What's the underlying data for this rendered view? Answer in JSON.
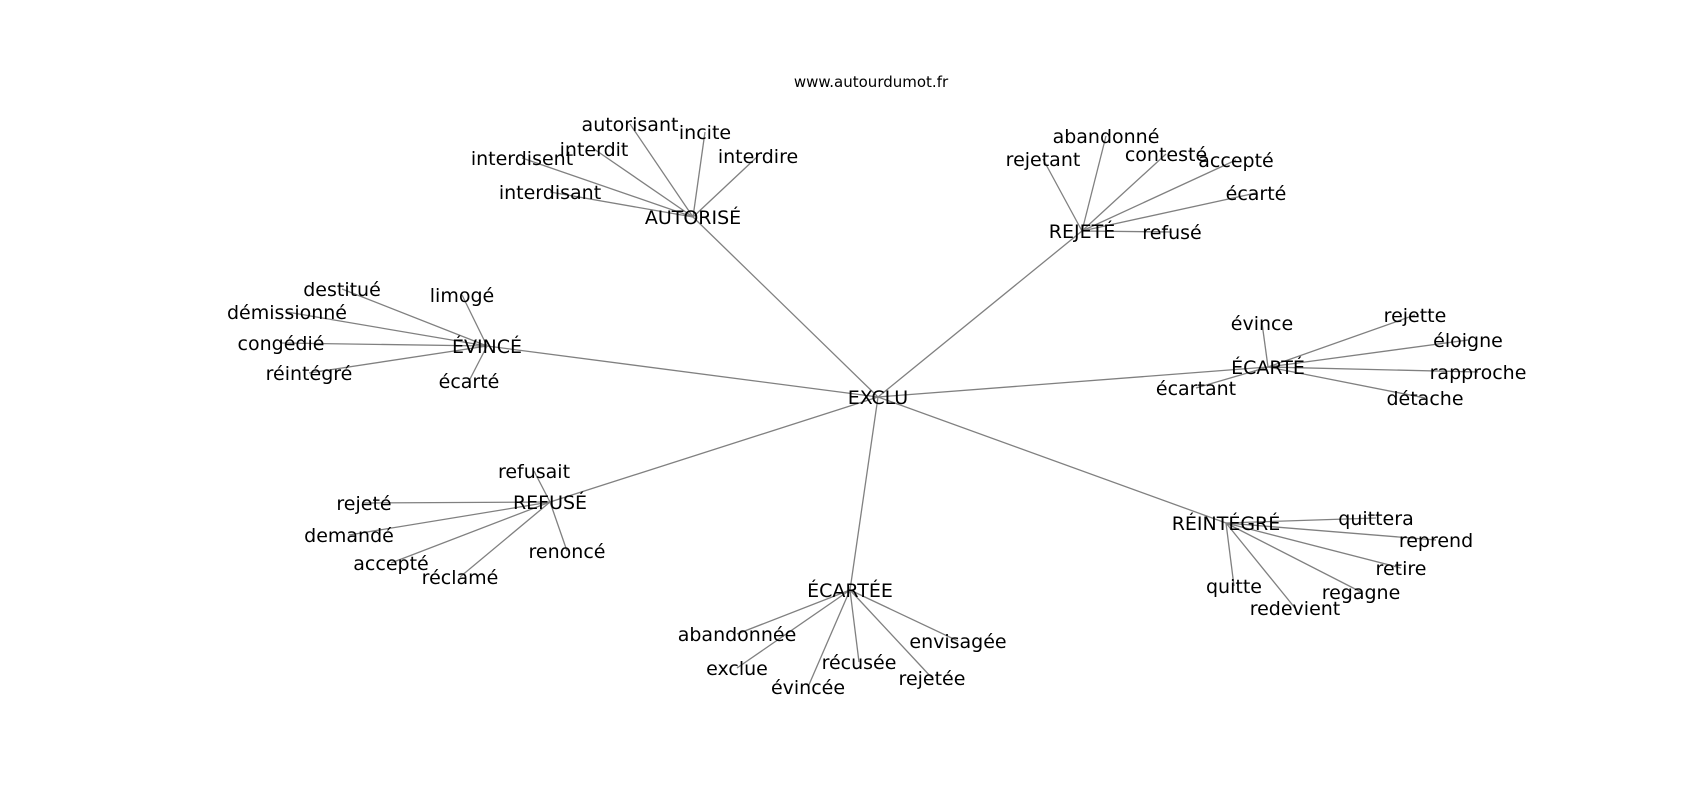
{
  "source": "www.autourdumot.fr",
  "center": "EXCLU",
  "clusters": [
    {
      "hub": "AUTORISÉ",
      "leaves": [
        "autorisant",
        "incite",
        "interdit",
        "interdisent",
        "interdire",
        "interdisant"
      ]
    },
    {
      "hub": "REJETÉ",
      "leaves": [
        "abandonné",
        "rejetant",
        "contesté",
        "accepté",
        "écarté",
        "refusé"
      ]
    },
    {
      "hub": "ÉVINCÉ",
      "leaves": [
        "destitué",
        "limogé",
        "démissionné",
        "congédié",
        "réintégré",
        "écarté"
      ]
    },
    {
      "hub": "ÉCARTÉ",
      "leaves": [
        "évince",
        "rejette",
        "éloigne",
        "rapproche",
        "écartant",
        "détache"
      ]
    },
    {
      "hub": "REFUSÉ",
      "leaves": [
        "refusait",
        "rejeté",
        "demandé",
        "accepté",
        "réclamé",
        "renoncé"
      ]
    },
    {
      "hub": "RÉINTÉGRÉ",
      "leaves": [
        "quittera",
        "reprend",
        "retire",
        "regagne",
        "quitte",
        "redevient"
      ]
    },
    {
      "hub": "ÉCARTÉE",
      "leaves": [
        "abandonnée",
        "envisagée",
        "récusée",
        "exclue",
        "rejetée",
        "évincée"
      ]
    }
  ]
}
